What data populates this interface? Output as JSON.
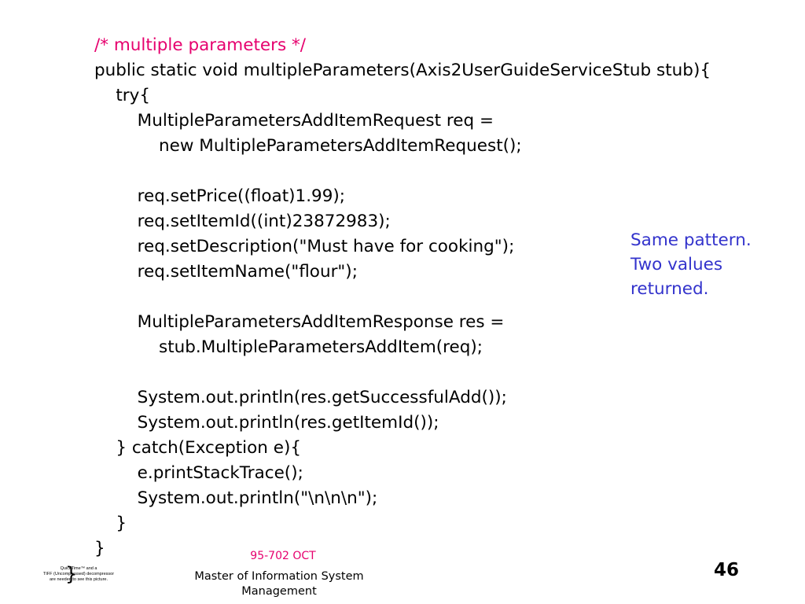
{
  "code_lines": [
    "/* multiple parameters */",
    "public static void multipleParameters(Axis2UserGuideServiceStub stub){",
    "    try{",
    "        MultipleParametersAddItemRequest req =",
    "            new MultipleParametersAddItemRequest();",
    "",
    "        req.setPrice((float)1.99);",
    "        req.setItemId((int)23872983);",
    "        req.setDescription(\"Must have for cooking\");",
    "        req.setItemName(\"flour\");",
    "",
    "        MultipleParametersAddItemResponse res =",
    "            stub.MultipleParametersAddItem(req);",
    "",
    "        System.out.println(res.getSuccessfulAdd());",
    "        System.out.println(res.getItemId());",
    "    } catch(Exception e){",
    "        e.printStackTrace();",
    "        System.out.println(\"\\n\\n\\n\");",
    "    }",
    "}"
  ],
  "note": {
    "line1": "Same pattern.",
    "line2": "Two values",
    "line3": "returned."
  },
  "footer": {
    "course_code": "95-702 OCT",
    "program_line1": "Master of Information System",
    "program_line2": "Management",
    "page_number": "46"
  },
  "qt_logo": {
    "line1": "QuickTime™ and a",
    "line2": "TIFF (Uncompressed) decompressor",
    "line3": "are needed to see this picture."
  },
  "colors": {
    "comment": "#e6006e",
    "note": "#3333cc",
    "course_code": "#e6006e",
    "text": "#000000"
  }
}
